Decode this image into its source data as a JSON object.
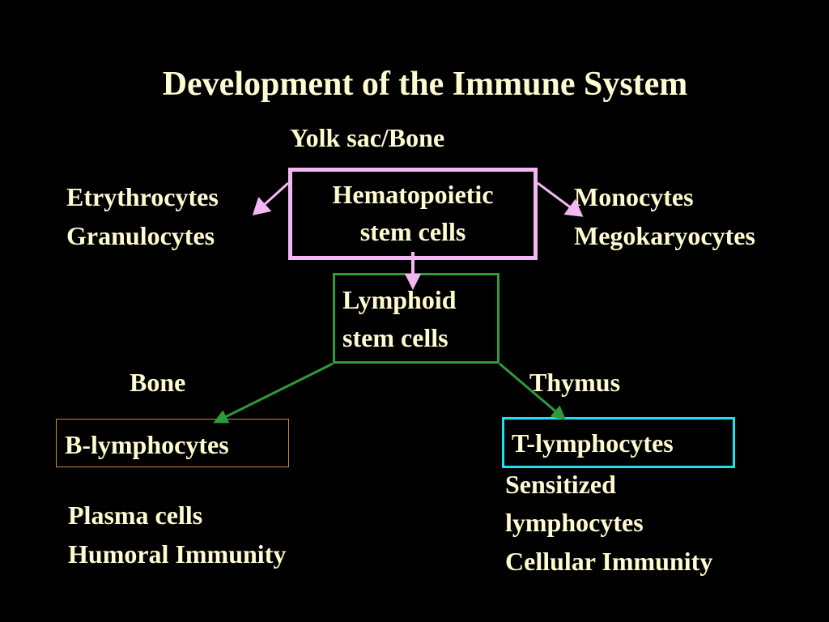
{
  "slide": {
    "title": "Development of the Immune System"
  },
  "diagram": {
    "origin_label": "Yolk sac/Bone",
    "hematopoietic": {
      "line1": "Hematopoietic",
      "line2": "stem cells"
    },
    "left_products": {
      "line1": "Etrythrocytes",
      "line2": "Granulocytes"
    },
    "right_products": {
      "line1": "Monocytes",
      "line2": "Megokaryocytes"
    },
    "lymphoid": {
      "line1": "Lymphoid",
      "line2": "stem cells"
    },
    "bone_label": "Bone",
    "thymus_label": "Thymus",
    "b_cells": {
      "label": "B-lymphocytes",
      "outcome_line1": "Plasma cells",
      "outcome_line2": "Humoral Immunity"
    },
    "t_cells": {
      "label": "T-lymphocytes",
      "outcome_line1": "Sensitized",
      "outcome_line2": "lymphocytes",
      "outcome_line3": "Cellular Immunity"
    }
  },
  "colors": {
    "background": "#000000",
    "text": "#fffbd0",
    "hematopoietic_border": "#f3b8f3",
    "lymphoid_border": "#2f9a3a",
    "b_box_border": "#c98a3a",
    "t_box_border": "#1ee0ee",
    "pink_arrow": "#f3b8f3",
    "green_arrow": "#2f9a3a"
  }
}
